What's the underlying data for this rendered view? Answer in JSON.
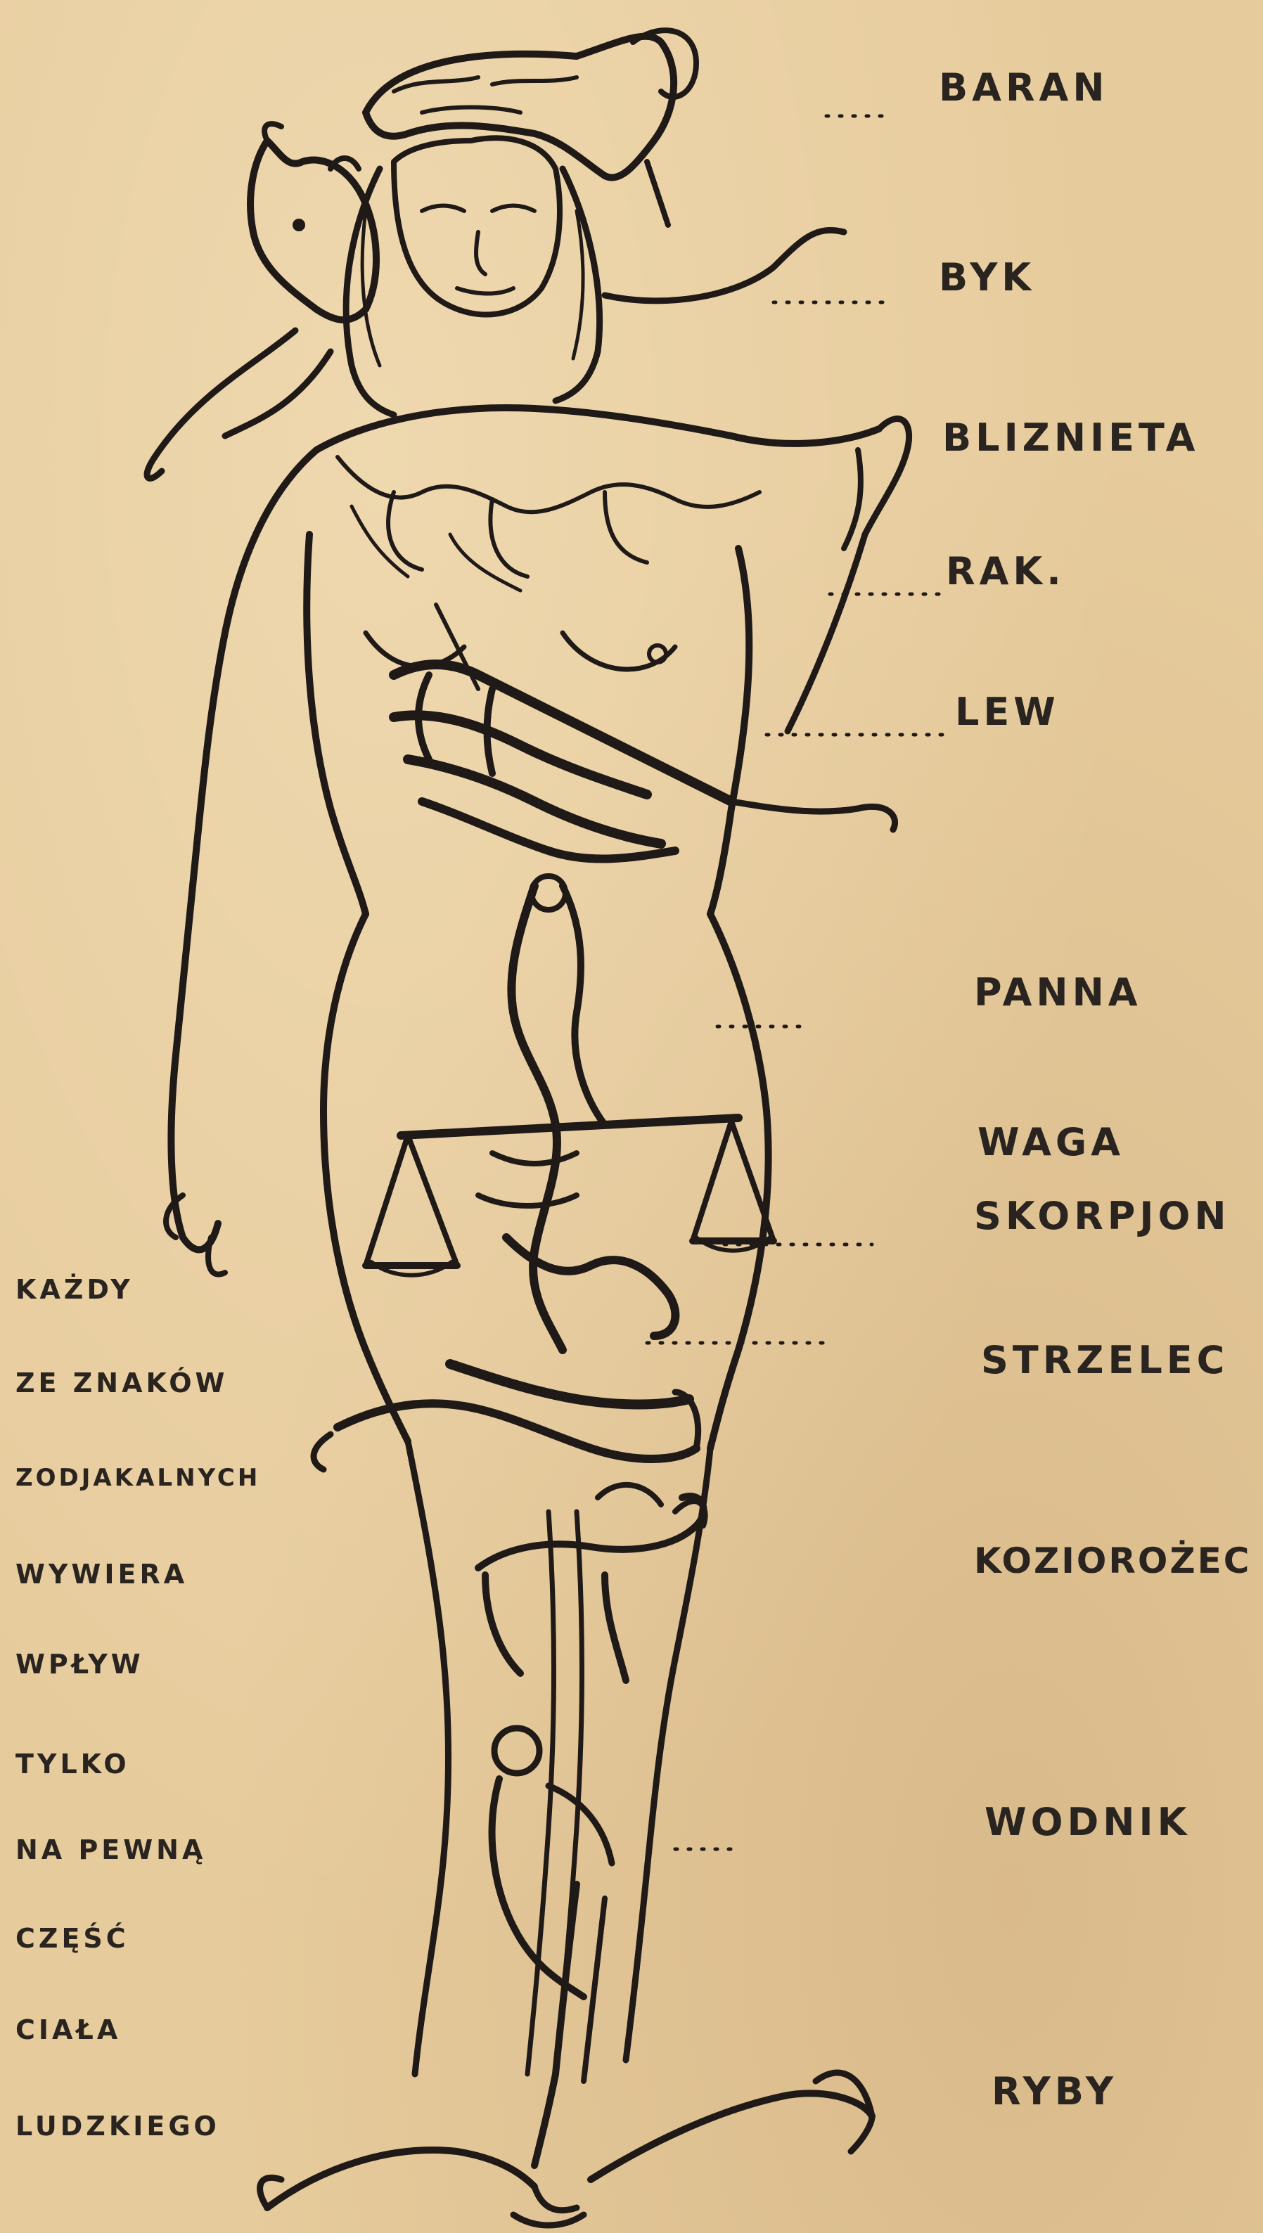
{
  "zodiac_labels": [
    {
      "key": "aries",
      "text": "BARAN"
    },
    {
      "key": "taurus",
      "text": "BYK"
    },
    {
      "key": "gemini",
      "text": "BLIZNIETA"
    },
    {
      "key": "cancer",
      "text": "RAK."
    },
    {
      "key": "leo",
      "text": "LEW"
    },
    {
      "key": "virgo",
      "text": "PANNA"
    },
    {
      "key": "libra",
      "text": "WAGA"
    },
    {
      "key": "scorpio",
      "text": "SKORPJON"
    },
    {
      "key": "sagittarius",
      "text": "STRZELEC"
    },
    {
      "key": "capricorn",
      "text": "KOZIOROŻEC"
    },
    {
      "key": "aquarius",
      "text": "WODNIK"
    },
    {
      "key": "pisces",
      "text": "RYBY"
    }
  ],
  "side_text": [
    "KAŻDY",
    "ZE ZNAKÓW",
    "ZODJAKALNYCH",
    "WYWIERA",
    "WPŁYW",
    "TYLKO",
    "NA PEWNĄ",
    "CZĘŚĆ",
    "CIAŁA",
    "LUDZKIEGO"
  ],
  "colors": {
    "paper": "#e6cb9c",
    "ink": "#1f1a17"
  }
}
